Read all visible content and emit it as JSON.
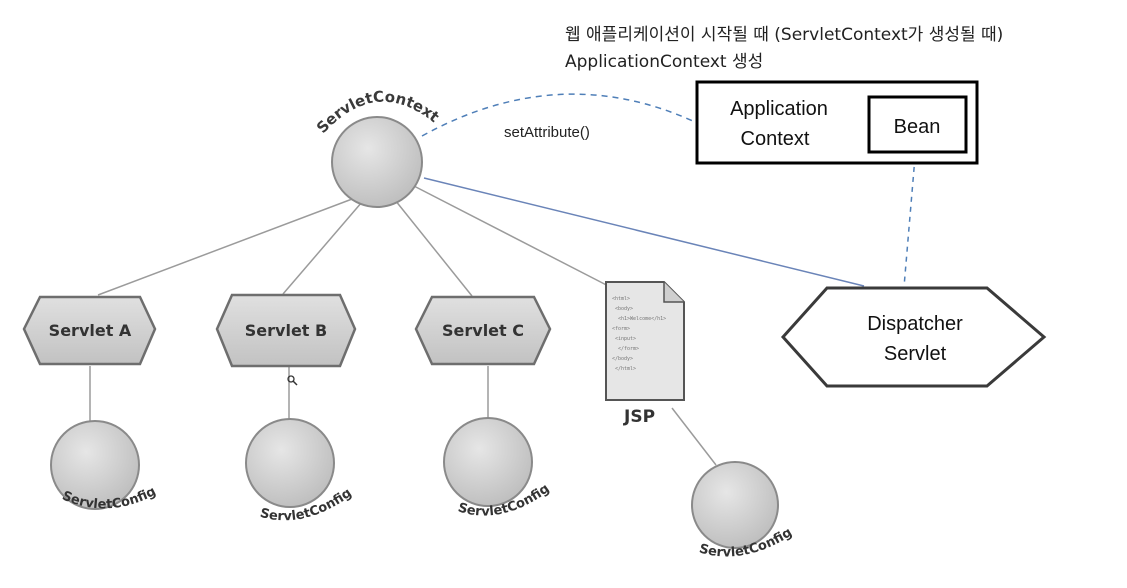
{
  "caption": {
    "line1": "웹 애플리케이션이 시작될 때 (ServletContext가 생성될 때)",
    "line2": "ApplicationContext 생성"
  },
  "servlet_context": {
    "label": "ServletContext"
  },
  "set_attribute": {
    "label": "setAttribute()"
  },
  "application_context": {
    "line1": "Application",
    "line2": "Context",
    "bean_label": "Bean"
  },
  "servlets": [
    {
      "label": "Servlet A",
      "config_label": "ServletConfig"
    },
    {
      "label": "Servlet B",
      "config_label": "ServletConfig"
    },
    {
      "label": "Servlet C",
      "config_label": "ServletConfig"
    }
  ],
  "jsp": {
    "label": "JSP",
    "config_label": "ServletConfig",
    "page_lines": [
      "<html>",
      "<body>",
      "<h1>Welcome</h1>",
      "<form>",
      "<input>",
      "</form>",
      "</body>",
      "</html>"
    ]
  },
  "dispatcher": {
    "line1": "Dispatcher",
    "line2": "Servlet"
  },
  "colors": {
    "sketch_fill": "#d4d4d4",
    "sketch_stroke": "#8a8a8a",
    "connector": "#9b9b9b",
    "blue_link": "#6a84b8",
    "dashed_link": "#4f7fb8",
    "box_stroke": "#000000",
    "hex_stroke": "#3a3a3a"
  },
  "icons": [
    "magnifier-icon"
  ]
}
